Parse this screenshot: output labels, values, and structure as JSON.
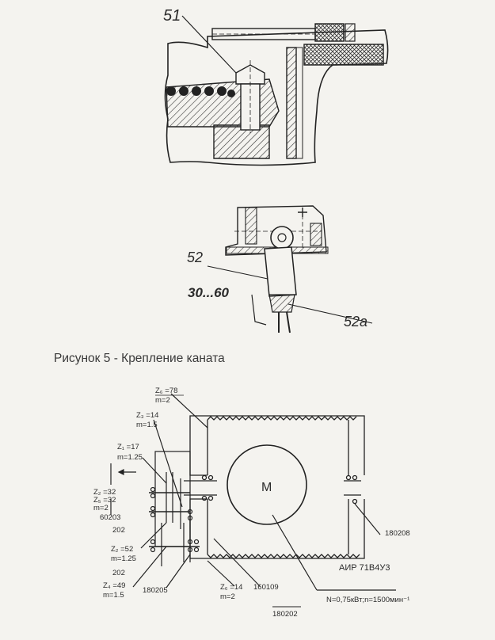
{
  "figure5": {
    "callouts": {
      "c51": "51",
      "c52": "52",
      "c52a": "52а",
      "angle": "30...60"
    },
    "caption": "Рисунок 5 - Крепление каната"
  },
  "scheme": {
    "gears": {
      "g78": {
        "z": "Z₆ =78",
        "m": "m=2"
      },
      "g14a": {
        "z": "Z₃ =14",
        "m": "m=1.5"
      },
      "g17": {
        "z": "Z₁ =17",
        "m": "m=1.25"
      },
      "g32": {
        "z": "Z₂ =32",
        "m": "Z₅ =32"
      },
      "g32m": {
        "m": "m=2"
      },
      "g52": {
        "z": "Z₂ =52",
        "m": "m=1.25"
      },
      "g49": {
        "z": "Z₄ =49",
        "m": "m=1.5"
      },
      "g14b": {
        "z": "Z₆ =14",
        "m": "m=2"
      }
    },
    "bearings": {
      "b60203": "60203",
      "b202a": "202",
      "b202b": "202",
      "b180205": "180205",
      "b160109": "160109",
      "b180202": "180202",
      "b180208": "180208"
    },
    "motor": {
      "symbol": "M",
      "model": "АИР 71В4У3",
      "rating": "N=0,75кВт;n=1500мин⁻¹"
    }
  }
}
